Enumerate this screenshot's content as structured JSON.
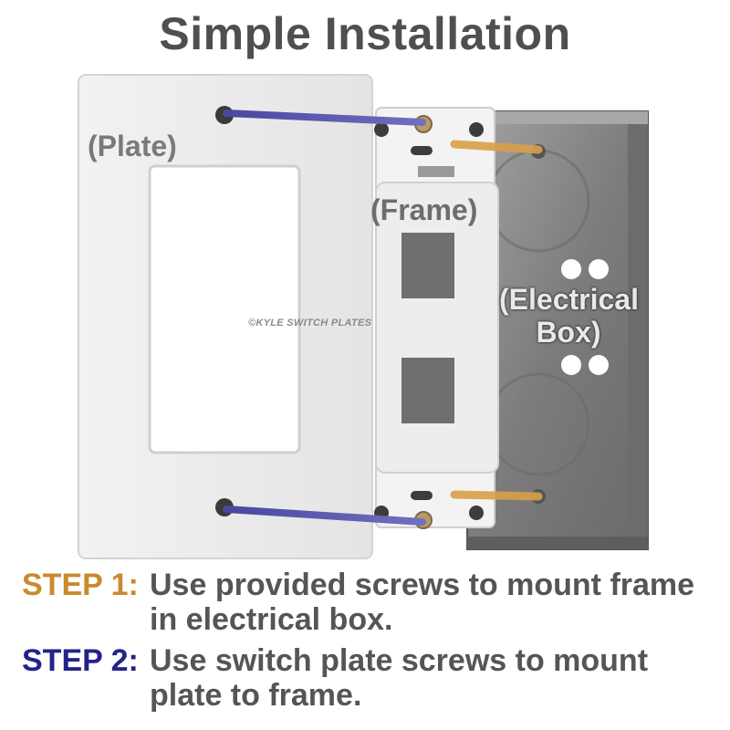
{
  "title": "Simple Installation",
  "labels": {
    "plate": "(Plate)",
    "frame": "(Frame)",
    "box_line1": "(Electrical",
    "box_line2": "Box)"
  },
  "watermark": "©KYLE SWITCH PLATES",
  "steps": [
    {
      "label": "STEP 1:",
      "text": "Use provided screws to mount frame in electrical box."
    },
    {
      "label": "STEP 2:",
      "text": "Use switch plate screws to mount plate to frame."
    }
  ],
  "colors": {
    "step1": "#c98a2e",
    "step2": "#23238a",
    "plate_screw_line": "#5a5aa8",
    "frame_screw_line": "#d9a04a",
    "box_metal": "#8c8c8c"
  }
}
